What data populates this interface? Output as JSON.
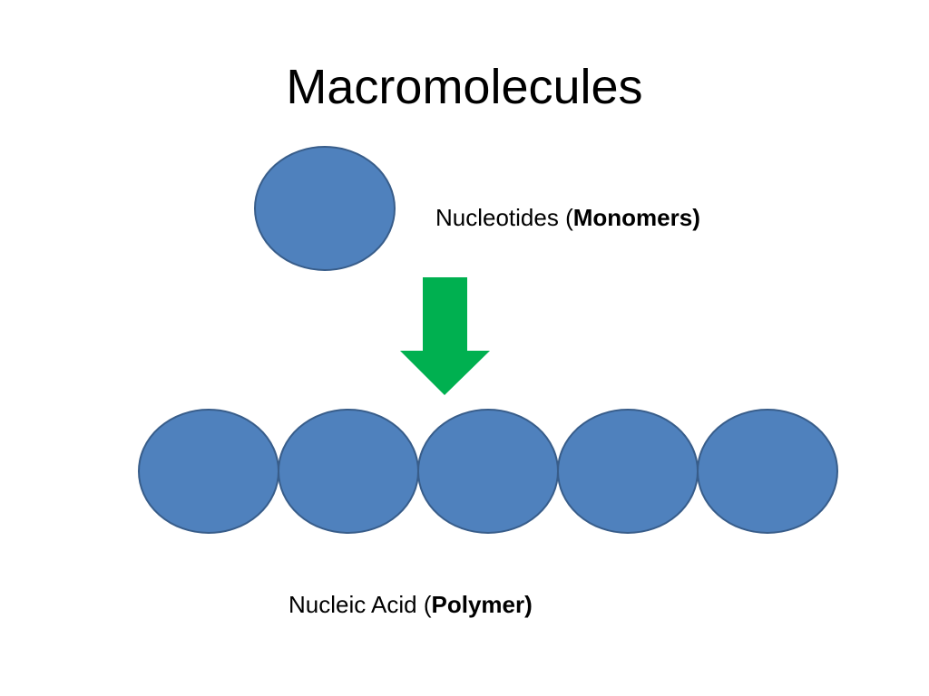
{
  "title": "Macromolecules",
  "monomer": {
    "label_prefix": "Nucleotides (",
    "label_bold": "Monomers)",
    "fill": "#4f81bd",
    "stroke": "#385d8a"
  },
  "polymer": {
    "label_prefix": "Nucleic Acid (",
    "label_bold": "Polymer)",
    "units": 5,
    "fill": "#4f81bd",
    "stroke": "#385d8a"
  },
  "arrow": {
    "fill": "#00b050"
  }
}
